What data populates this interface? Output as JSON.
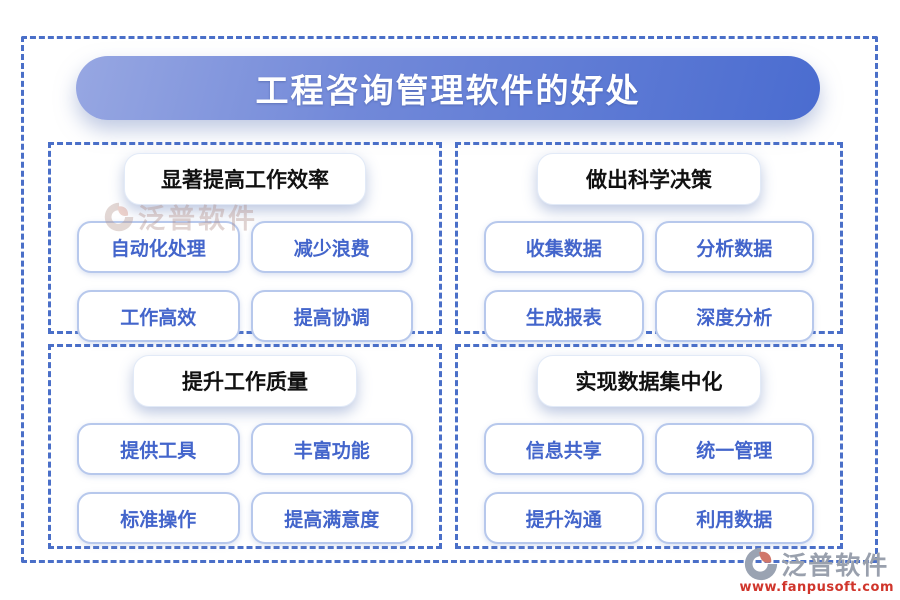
{
  "page": {
    "title": "工程咨询管理软件的好处"
  },
  "sections": [
    {
      "title": "显著提高工作效率",
      "items": [
        "自动化处理",
        "减少浪费",
        "工作高效",
        "提高协调"
      ]
    },
    {
      "title": "做出科学决策",
      "items": [
        "收集数据",
        "分析数据",
        "生成报表",
        "深度分析"
      ]
    },
    {
      "title": "提升工作质量",
      "items": [
        "提供工具",
        "丰富功能",
        "标准操作",
        "提高满意度"
      ]
    },
    {
      "title": "实现数据集中化",
      "items": [
        "信息共享",
        "统一管理",
        "提升沟通",
        "利用数据"
      ]
    }
  ],
  "branding": {
    "watermark_text": "泛普软件",
    "logo_text": "泛普软件",
    "logo_url": "www.fanpusoft.com"
  },
  "colors": {
    "dashed_border": "#4a6fc8",
    "banner_gradient_start": "#97a7e2",
    "banner_gradient_end": "#4a6cd0",
    "pill_text": "#4365cb",
    "pill_border": "#b7c8ec",
    "header_text": "#111111",
    "logo_gray": "#99a0ad",
    "logo_red": "#d0352b"
  }
}
